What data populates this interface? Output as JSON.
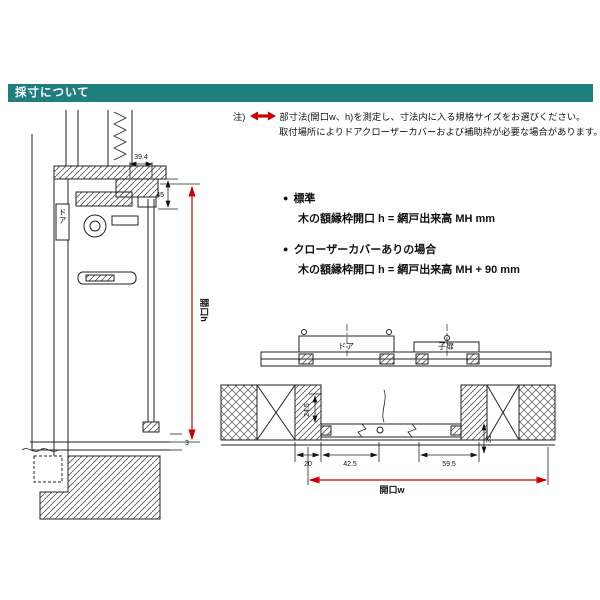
{
  "page": {
    "title": "採寸について"
  },
  "colors": {
    "header_bg": "#1e7f7e",
    "dimension_red": "#cc0000"
  },
  "note": {
    "prefix": "注)",
    "arrow_icon": "red-double-arrow",
    "line1": "部寸法(開口w、h)を測定し、寸法内に入る規格サイズをお選びください。",
    "line2": "取付場所によりドアクローザーカバーおよび補助枠が必要な場合があります。"
  },
  "bullets": [
    {
      "icon": "●",
      "heading": "標準",
      "text": "木の額縁枠開口 h = 網戸出来高 MH mm"
    },
    {
      "icon": "●",
      "heading": "クローザーカバーありの場合",
      "text": "木の額縁枠開口 h = 網戸出来高 MH + 90 mm"
    }
  ],
  "left_drawing": {
    "door_label": "ドア",
    "dim_394": "39.4",
    "dim_45": "45",
    "dim_3": "3",
    "dim_h": "開口h"
  },
  "right_drawing": {
    "door_label": "ドア",
    "child_door_label": "子扉",
    "dim_245": "24.5",
    "dim_20": "20",
    "dim_425": "42.5",
    "dim_595": "59.5",
    "dim_31": "31",
    "dim_w": "開口w"
  }
}
